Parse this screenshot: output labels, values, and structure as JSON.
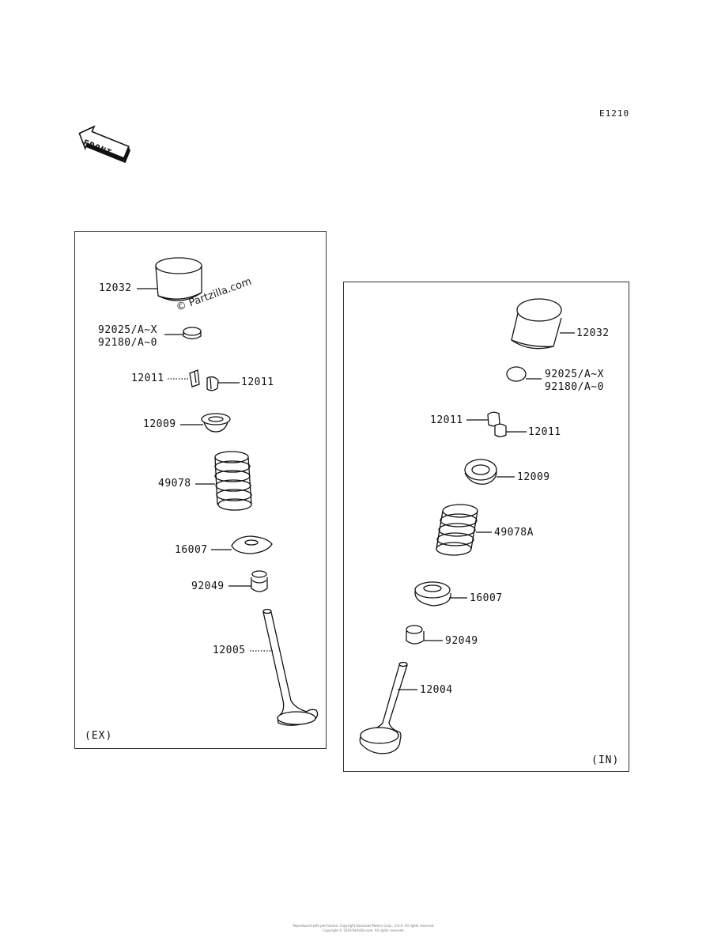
{
  "page_code": "E1210",
  "front_label": "FRONT",
  "watermark": "© Partzilla.com",
  "footer": {
    "line1": "Reproduced with permission. Copyright Kawasaki Motors Corp., U.S.A. All rights reserved.",
    "line2": "Copyright © 2019 Partzilla.com. All rights reserved."
  },
  "exhaust": {
    "tag": "(EX)",
    "parts": {
      "tappet": "12032",
      "shim_a": "92025/A~X",
      "shim_b": "92180/A~0",
      "cotter_left": "12011",
      "cotter_right": "12011",
      "retainer": "12009",
      "spring": "49078",
      "spring_seat": "16007",
      "stem_seal": "92049",
      "valve": "12005"
    }
  },
  "intake": {
    "tag": "(IN)",
    "parts": {
      "tappet": "12032",
      "shim_a": "92025/A~X",
      "shim_b": "92180/A~0",
      "cotter_left": "12011",
      "cotter_right": "12011",
      "retainer": "12009",
      "spring": "49078A",
      "spring_seat": "16007",
      "stem_seal": "92049",
      "valve": "12004"
    }
  }
}
